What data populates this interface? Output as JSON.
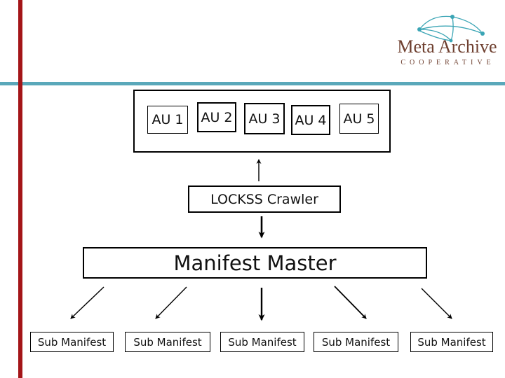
{
  "page": {
    "background_color": "#ffffff",
    "type": "presentation-slide"
  },
  "decor": {
    "red_line_color": "#a41518",
    "teal_line_color": "#5aa8ba"
  },
  "logo": {
    "title": "Meta Archive",
    "subtitle": "COOPERATIVE",
    "text_color": "#6f4030",
    "arc_color": "#3ba5b5"
  },
  "diagram": {
    "au_units": [
      "AU 1",
      "AU 2",
      "AU 3",
      "AU 4",
      "AU 5"
    ],
    "crawler_label": "LOCKSS Crawler",
    "master_label": "Manifest Master",
    "sub_manifests": [
      "Sub Manifest",
      "Sub Manifest",
      "Sub Manifest",
      "Sub Manifest",
      "Sub Manifest"
    ],
    "arrow_color": "#000000"
  }
}
